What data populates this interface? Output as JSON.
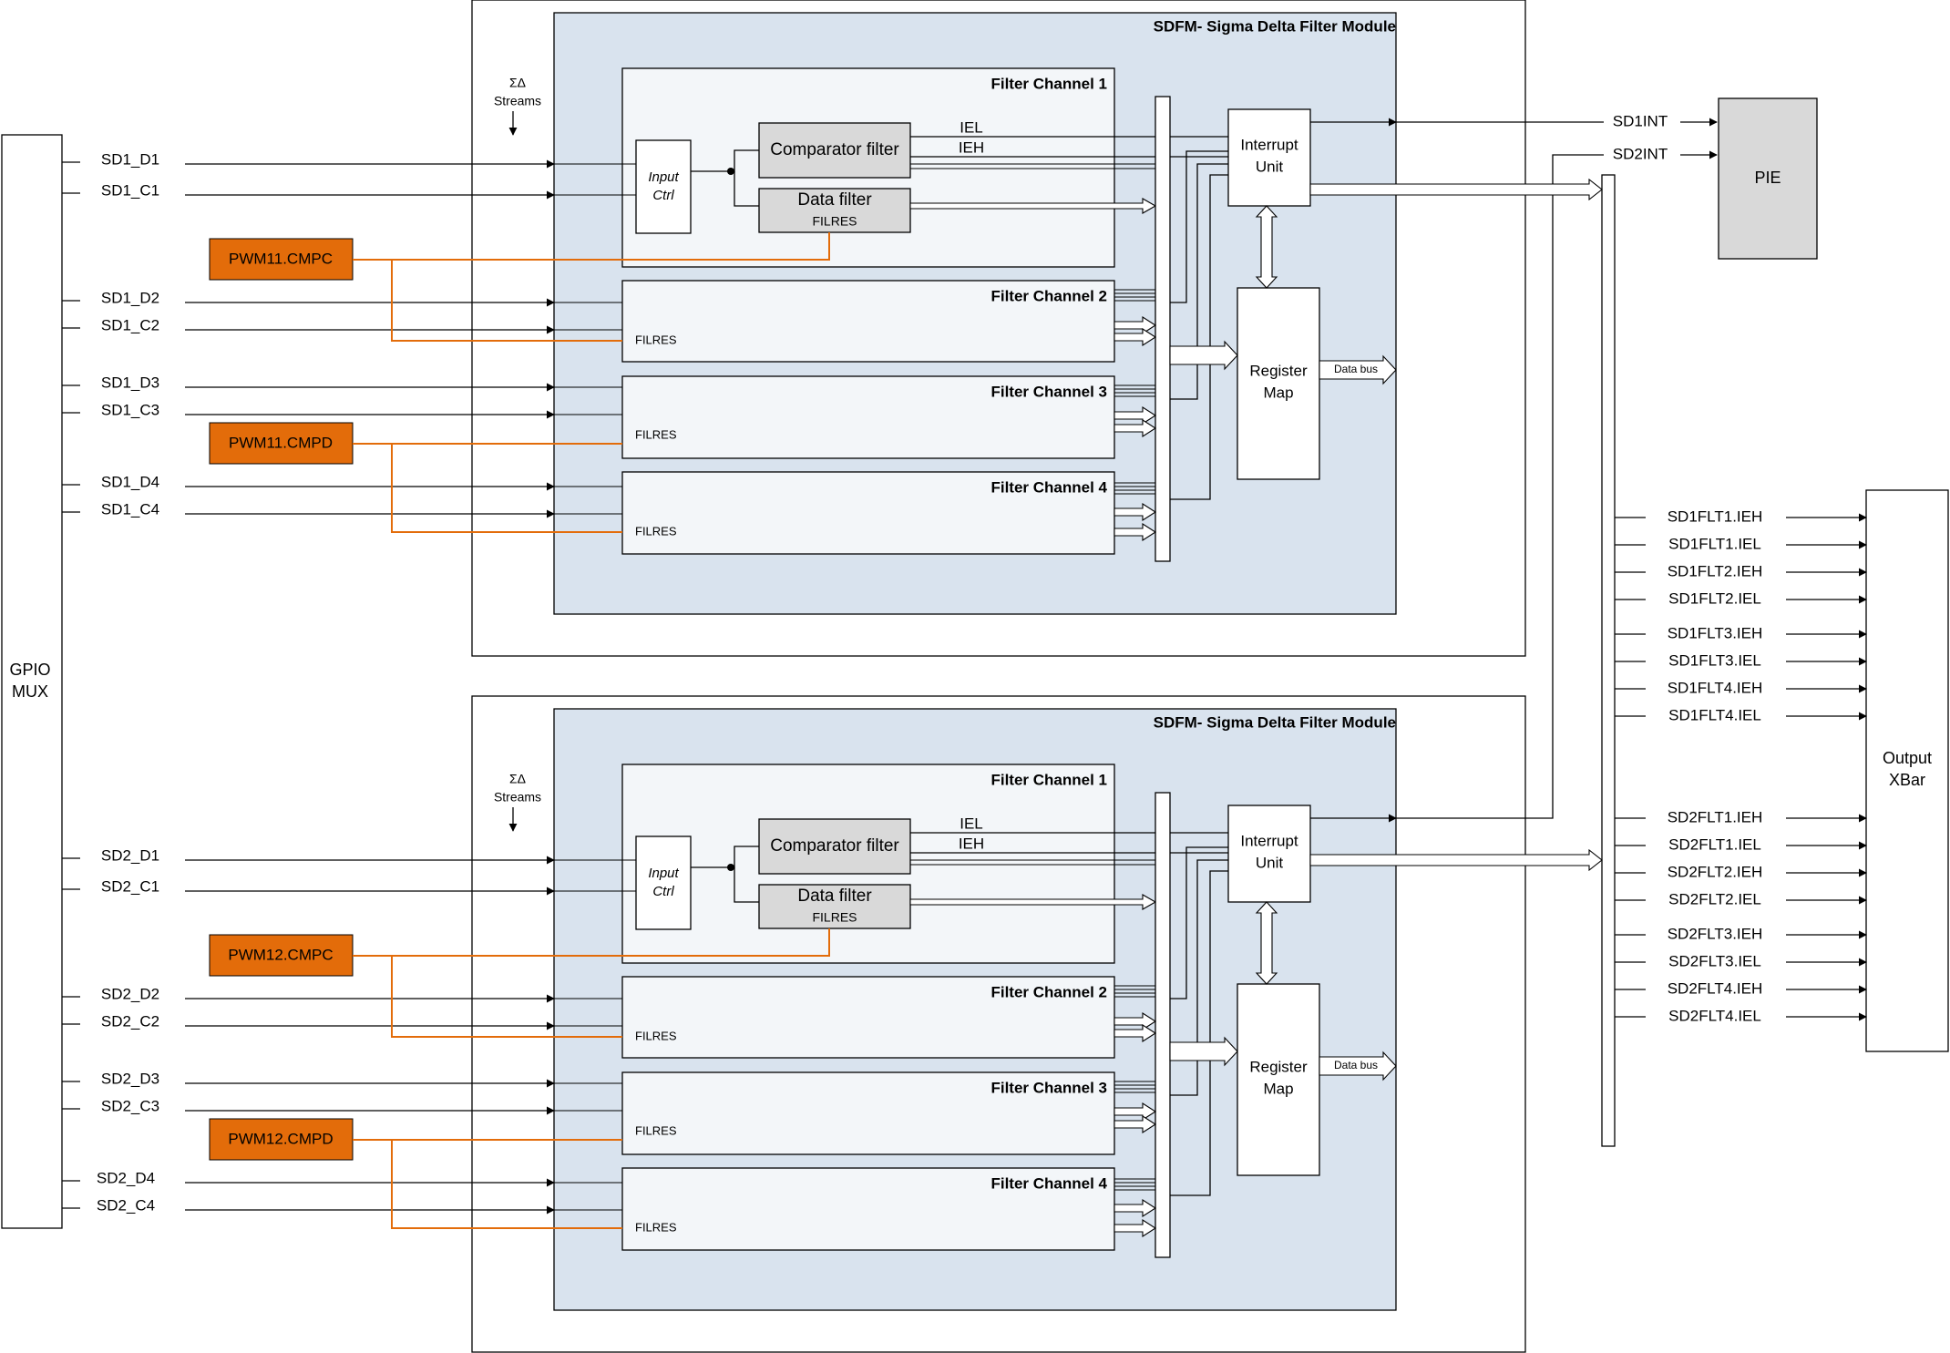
{
  "gpio_mux": {
    "label": "GPIO MUX"
  },
  "modules": [
    {
      "title": "SDFM- Sigma Delta Filter Module",
      "streams_label": "ΣΔ Streams",
      "input_ctrl": "Input Ctrl",
      "comparator": "Comparator filter",
      "data_filter": "Data filter",
      "data_filter_sub": "FILRES",
      "iel": "IEL",
      "ieh": "IEH",
      "channels": [
        "Filter Channel 1",
        "Filter Channel 2",
        "Filter Channel 3",
        "Filter Channel 4"
      ],
      "filres": "FILRES",
      "interrupt_unit": "Interrupt Unit",
      "register_map": "Register Map",
      "data_bus": "Data bus",
      "inputs": [
        "SD1_D1",
        "SD1_C1",
        "SD1_D2",
        "SD1_C2",
        "SD1_D3",
        "SD1_C3",
        "SD1_D4",
        "SD1_C4"
      ],
      "pwm": [
        "PWM11.CMPC",
        "PWM11.CMPD"
      ]
    },
    {
      "title": "SDFM- Sigma Delta Filter Module",
      "streams_label": "ΣΔ Streams",
      "input_ctrl": "Input Ctrl",
      "comparator": "Comparator filter",
      "data_filter": "Data filter",
      "data_filter_sub": "FILRES",
      "iel": "IEL",
      "ieh": "IEH",
      "channels": [
        "Filter Channel 1",
        "Filter Channel 2",
        "Filter Channel 3",
        "Filter Channel 4"
      ],
      "filres": "FILRES",
      "interrupt_unit": "Interrupt Unit",
      "register_map": "Register Map",
      "data_bus": "Data bus",
      "inputs": [
        "SD2_D1",
        "SD2_C1",
        "SD2_D2",
        "SD2_C2",
        "SD2_D3",
        "SD2_C3",
        "SD2_D4",
        "SD2_C4"
      ],
      "pwm": [
        "PWM12.CMPC",
        "PWM12.CMPD"
      ]
    }
  ],
  "interrupts": [
    "SD1INT",
    "SD2INT"
  ],
  "pie": {
    "label": "PIE"
  },
  "xbar": {
    "label": "Output XBar",
    "sd1_signals": [
      "SD1FLT1.IEH",
      "SD1FLT1.IEL",
      "SD1FLT2.IEH",
      "SD1FLT2.IEL",
      "SD1FLT3.IEH",
      "SD1FLT3.IEL",
      "SD1FLT4.IEH",
      "SD1FLT4.IEL"
    ],
    "sd2_signals": [
      "SD2FLT1.IEH",
      "SD2FLT1.IEL",
      "SD2FLT2.IEH",
      "SD2FLT2.IEL",
      "SD2FLT3.IEH",
      "SD2FLT3.IEL",
      "SD2FLT4.IEH",
      "SD2FLT4.IEL"
    ]
  },
  "colors": {
    "module_fill": "#d9e3ee",
    "channel_fill": "#f3f6f9",
    "pwm_fill": "#e36c0a",
    "pwm_line": "#e36c0a",
    "gray_box": "#d9d9d9"
  }
}
